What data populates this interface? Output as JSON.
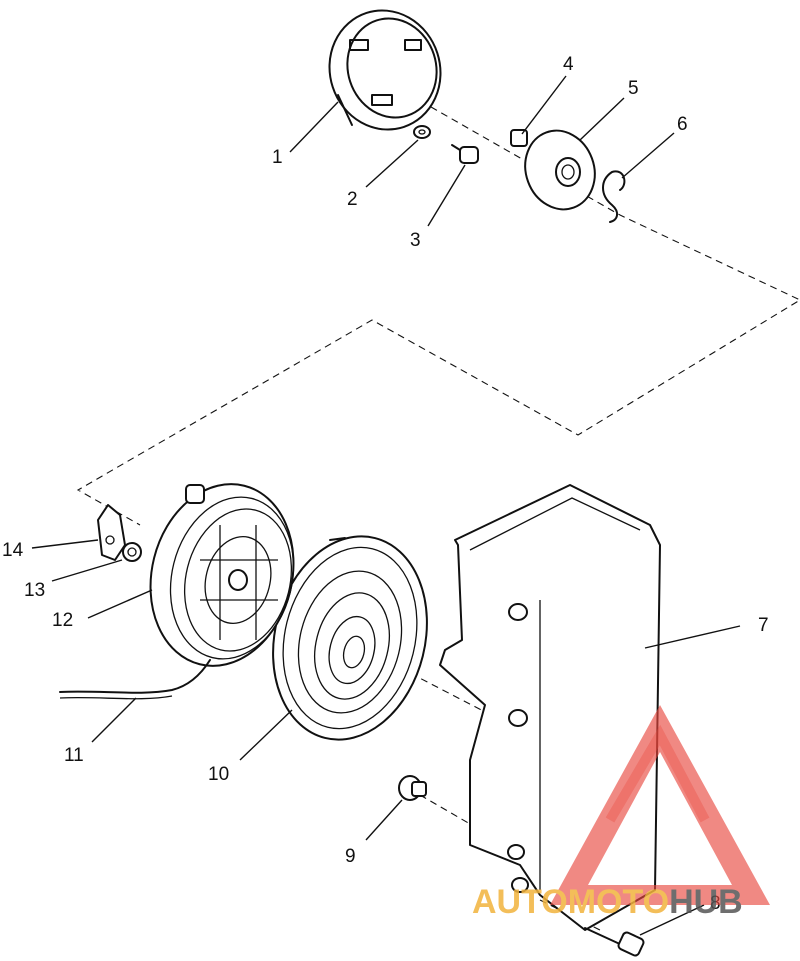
{
  "callouts": [
    {
      "label": "1"
    },
    {
      "label": "2"
    },
    {
      "label": "3"
    },
    {
      "label": "4"
    },
    {
      "label": "5"
    },
    {
      "label": "6"
    },
    {
      "label": "7"
    },
    {
      "label": "8"
    },
    {
      "label": "9"
    },
    {
      "label": "10"
    },
    {
      "label": "11"
    },
    {
      "label": "12"
    },
    {
      "label": "13"
    },
    {
      "label": "14"
    }
  ],
  "watermark": {
    "part1": "AUTOMOTO",
    "part2": "HUB",
    "color_orange": "#f2b33d",
    "color_gray": "#555555",
    "color_red": "#e8473e"
  }
}
